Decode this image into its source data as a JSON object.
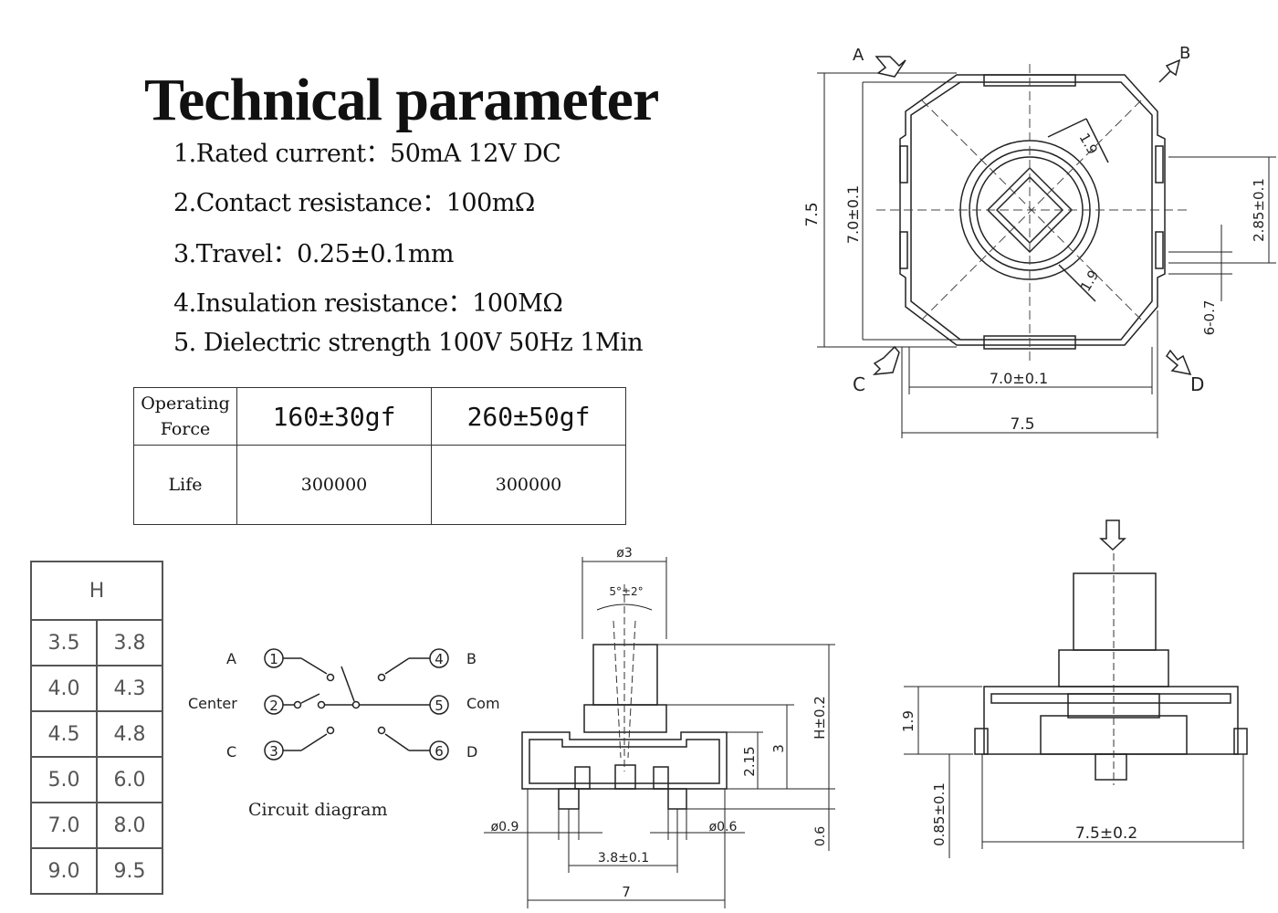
{
  "title": "Technical parameter",
  "parameters": [
    "1.Rated current：50mA 12V DC",
    "2.Contact resistance：100mΩ",
    "3.Travel：0.25±0.1mm",
    "4.Insulation resistance：100MΩ",
    "5. Dielectric strength 100V 50Hz 1Min"
  ],
  "force_table": {
    "row1_label_line1": "Operating",
    "row1_label_line2": "Force",
    "force_a": "160±30gf",
    "force_b": "260±50gf",
    "row2_label": "Life",
    "life_a": "300000",
    "life_b": "300000"
  },
  "h_table": {
    "header": "H",
    "rows": [
      [
        "3.5",
        "3.8"
      ],
      [
        "4.0",
        "4.3"
      ],
      [
        "4.5",
        "4.8"
      ],
      [
        "5.0",
        "6.0"
      ],
      [
        "7.0",
        "8.0"
      ],
      [
        "9.0",
        "9.5"
      ]
    ]
  },
  "circuit": {
    "caption": "Circuit diagram",
    "label_a": "A",
    "label_b": "B",
    "label_center": "Center",
    "label_com": "Com",
    "label_c": "C",
    "label_d": "D",
    "pins": [
      "1",
      "2",
      "3",
      "4",
      "5",
      "6"
    ]
  },
  "top_view": {
    "corner_a": "A",
    "corner_b": "B",
    "corner_c": "C",
    "corner_d": "D",
    "dim_height_outer": "7.5",
    "dim_height_inner": "7.0±0.1",
    "dim_width_inner": "7.0±0.1",
    "dim_width_outer": "7.5",
    "dim_diag_1": "1.9",
    "dim_diag_2": "1.9",
    "dim_right_1": "2.85±0.1",
    "dim_right_2": "6-0.7"
  },
  "side_view": {
    "dim_stem": "ø3",
    "dim_angle": "5°±2°",
    "dim_h": "H±0.2",
    "dim_3": "3",
    "dim_215": "2.15",
    "dim_pin_left": "ø0.9",
    "dim_pin_right": "ø0.6",
    "dim_06": "0.6",
    "dim_pitch": "3.8±0.1",
    "dim_width": "7"
  },
  "front_view": {
    "dim_19": "1.9",
    "dim_085": "0.85±0.1",
    "dim_width": "7.5±0.2"
  }
}
